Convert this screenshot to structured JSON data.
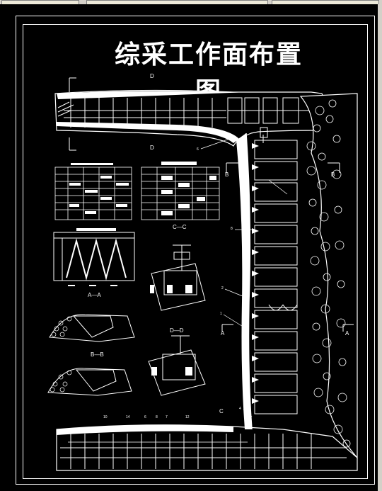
{
  "title": "综采工作面布置图",
  "section_labels": {
    "d_top": "D",
    "d_bottom": "D",
    "b_left": "B",
    "b_right": "B",
    "a_left": "A",
    "a_right": "A",
    "c_bottom": "C",
    "section_cc": "C—C",
    "section_aa": "A—A",
    "section_bb": "B—B",
    "section_dd": "D—D"
  },
  "callouts": {
    "n6": "6",
    "n8": "8",
    "n2": "2",
    "n1": "1",
    "n4": "4",
    "b10": "10",
    "b14": "14",
    "b6": "6",
    "b8": "8",
    "b7": "7",
    "b12": "12"
  }
}
